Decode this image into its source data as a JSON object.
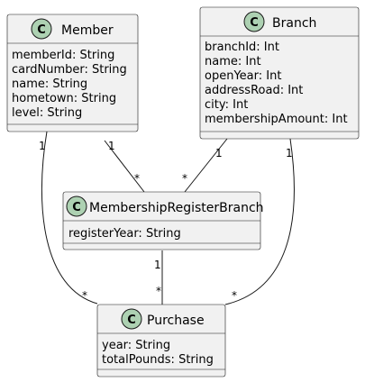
{
  "colors": {
    "box_fill": "#f1f1f1",
    "box_stroke": "#181818",
    "class_badge": "#add1b2",
    "line": "#181818"
  },
  "classes": {
    "member": {
      "badge": "C",
      "name": "Member",
      "attributes": [
        "memberId: String",
        "cardNumber: String",
        "name: String",
        "hometown: String",
        "level: String"
      ]
    },
    "branch": {
      "badge": "C",
      "name": "Branch",
      "attributes": [
        "branchId: Int",
        "name: Int",
        "openYear: Int",
        "addressRoad: Int",
        "city: Int",
        "membershipAmount: Int"
      ]
    },
    "membership_register_branch": {
      "badge": "C",
      "name": "MembershipRegisterBranch",
      "attributes": [
        "registerYear: String"
      ]
    },
    "purchase": {
      "badge": "C",
      "name": "Purchase",
      "attributes": [
        "year: String",
        "totalPounds: String"
      ]
    }
  },
  "associations": [
    {
      "from": "Member",
      "to": "MembershipRegisterBranch",
      "from_mult": "1",
      "to_mult": "*"
    },
    {
      "from": "Branch",
      "to": "MembershipRegisterBranch",
      "from_mult": "1",
      "to_mult": "*"
    },
    {
      "from": "Member",
      "to": "Purchase",
      "from_mult": "1",
      "to_mult": "*"
    },
    {
      "from": "Branch",
      "to": "Purchase",
      "from_mult": "1",
      "to_mult": "*"
    },
    {
      "from": "MembershipRegisterBranch",
      "to": "Purchase",
      "from_mult": "1",
      "to_mult": "*"
    }
  ]
}
